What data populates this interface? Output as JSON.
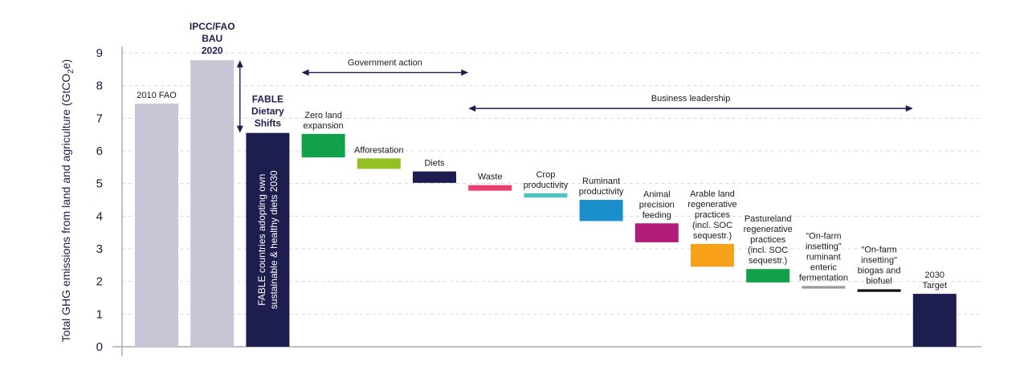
{
  "chart_data": {
    "type": "bar",
    "ylabel_main": "Total GHG emissions from land and agriculture (GtCO",
    "ylabel_sub": "2",
    "ylabel_end": "e)",
    "ylim": [
      0,
      9
    ],
    "yticks": [
      0,
      1,
      2,
      3,
      4,
      5,
      6,
      7,
      8,
      9
    ],
    "grid": true,
    "bars": [
      {
        "key": "fao2010",
        "label": [
          "2010 FAO"
        ],
        "bottom": 0,
        "top": 7.45,
        "color": "#c6c6d6",
        "bold": false
      },
      {
        "key": "bau2020",
        "label": [
          "IPCC/FAO",
          "BAU",
          "2020"
        ],
        "bottom": 0,
        "top": 8.78,
        "color": "#c6c6d6",
        "bold": true
      },
      {
        "key": "fable",
        "label": [
          "FABLE",
          "Dietary",
          "Shifts"
        ],
        "bottom": 0,
        "top": 6.55,
        "color": "#1d1d4f",
        "bold": true,
        "inner_text": [
          "FABLE countries adopting own",
          "sustainable & healthy diets 2030"
        ]
      },
      {
        "key": "zero_land",
        "label": [
          "Zero land",
          "expansion"
        ],
        "bottom": 5.8,
        "top": 6.52,
        "color": "#12a04b",
        "bold": false
      },
      {
        "key": "afforestation",
        "label": [
          "Afforestation"
        ],
        "bottom": 5.45,
        "top": 5.77,
        "color": "#93c023",
        "bold": false
      },
      {
        "key": "diets",
        "label": [
          "Diets"
        ],
        "bottom": 5.02,
        "top": 5.37,
        "color": "#1d1d4f",
        "bold": false
      },
      {
        "key": "waste",
        "label": [
          "Waste"
        ],
        "bottom": 4.78,
        "top": 4.95,
        "color": "#ea4070",
        "bold": false
      },
      {
        "key": "crop",
        "label": [
          "Crop",
          "productivity"
        ],
        "bottom": 4.57,
        "top": 4.7,
        "color": "#4fc2c2",
        "bold": false
      },
      {
        "key": "ruminant",
        "label": [
          "Ruminant",
          "productivity"
        ],
        "bottom": 3.85,
        "top": 4.5,
        "color": "#1a8fcb",
        "bold": false
      },
      {
        "key": "animal",
        "label": [
          "Animal",
          "precision",
          "feeding"
        ],
        "bottom": 3.2,
        "top": 3.78,
        "color": "#b01c77",
        "bold": false
      },
      {
        "key": "arable",
        "label": [
          "Arable land",
          "regenerative",
          "practices",
          "(incl. SOC",
          "sequestr.)"
        ],
        "bottom": 2.45,
        "top": 3.15,
        "color": "#f7a11a",
        "bold": false
      },
      {
        "key": "pasture",
        "label": [
          "Pastureland",
          "regenerative",
          "practices",
          "(incl. SOC",
          "sequestr.)"
        ],
        "bottom": 1.97,
        "top": 2.38,
        "color": "#12a04b",
        "bold": false
      },
      {
        "key": "enteric",
        "label": [
          "\"On-farm",
          "insetting\"",
          "ruminant",
          "enteric",
          "fermentation"
        ],
        "bottom": 1.78,
        "top": 1.86,
        "color": "#9b9b9b",
        "bold": false
      },
      {
        "key": "biogas",
        "label": [
          "\"On-farm",
          "insetting\"",
          "biogas and",
          "biofuel"
        ],
        "bottom": 1.68,
        "top": 1.76,
        "color": "#111111",
        "bold": false
      },
      {
        "key": "target2030",
        "label": [
          "2030",
          "Target"
        ],
        "bottom": 0,
        "top": 1.62,
        "color": "#1d1d4f",
        "bold": false
      }
    ],
    "annotations": {
      "government": {
        "text": "Government action",
        "from_bar": 3,
        "to_bar": 6,
        "y": 8.4
      },
      "business": {
        "text": "Business leadership",
        "from_bar": 6,
        "to_bar": 14,
        "y": 7.3
      },
      "gap_arrow": {
        "between_bars": [
          1,
          2
        ],
        "from_value": 8.78,
        "to_value": 6.55
      }
    }
  }
}
